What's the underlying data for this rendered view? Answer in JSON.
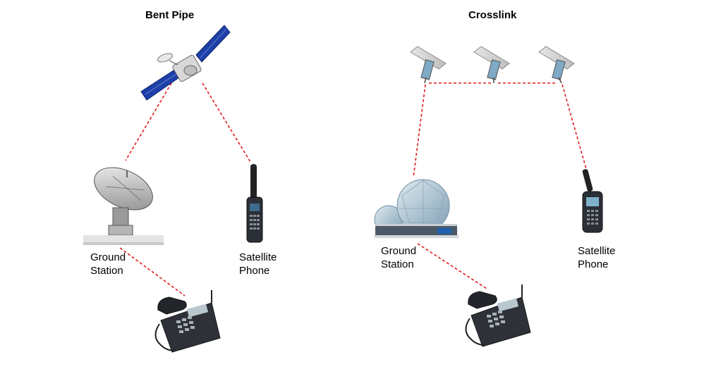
{
  "diagram_left": {
    "title": "Bent Pipe",
    "ground_station": {
      "line1": "Ground",
      "line2": "Station"
    },
    "satellite_phone": {
      "line1": "Satellite",
      "line2": "Phone"
    }
  },
  "diagram_right": {
    "title": "Crosslink",
    "ground_station": {
      "line1": "Ground",
      "line2": "Station"
    },
    "satellite_phone": {
      "line1": "Satellite",
      "line2": "Phone"
    }
  },
  "colors": {
    "link_line": "#e21b1b",
    "solar_panel_blue": "#1d3fa8",
    "dome": "#a9c3d2",
    "phone_body": "#2b2f36"
  }
}
